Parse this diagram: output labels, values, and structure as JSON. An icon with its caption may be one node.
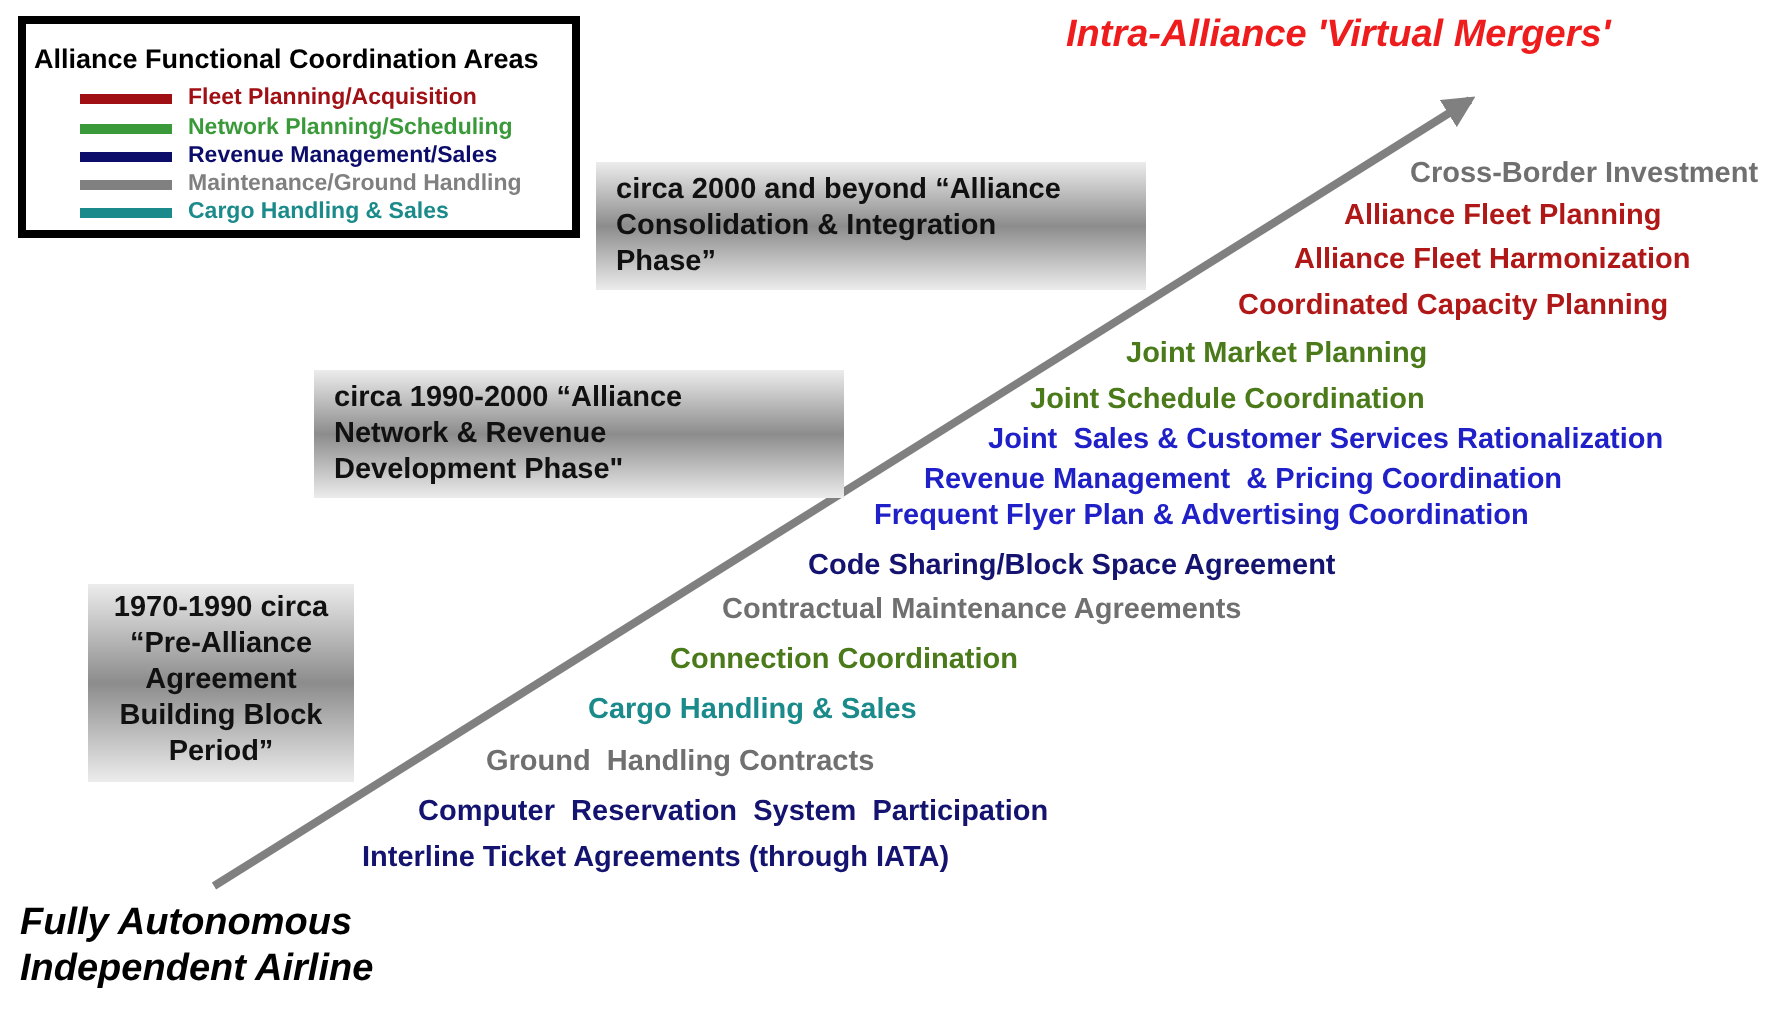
{
  "diagram": {
    "nodes": [
      {
        "text": [
          "Fully Autonomous Independent Airline"
        ]
      },
      {
        "text": [
          "Intra-Alliance 'Virtual Mergers'"
        ]
      },
      {
        "text": [
          "1970-1990 circa “Pre-Alliance Agreement Building Block Period”"
        ]
      },
      {
        "text": [
          "circa 1990-2000  “Alliance Network & Revenue Development Phase\""
        ]
      },
      {
        "text": [
          "circa 2000 and beyond “Alliance Consolidation & Integration Phase”"
        ]
      }
    ],
    "edges": [
      {
        "from": 0,
        "to": 1,
        "arrow": "to"
      }
    ],
    "labels": [
      "Alliance Functional Coordination Areas",
      "Cross-Border Investment",
      "Alliance Fleet Planning",
      "Alliance Fleet Harmonization",
      "Coordinated Capacity Planning",
      "Joint Market Planning",
      "Joint Schedule Coordination",
      "Joint  Sales & Customer Services Rationalization",
      "Revenue Management  & Pricing Coordination",
      "Frequent Flyer Plan & Advertising Coordination",
      "Code Sharing/Block Space Agreement",
      "Contractual Maintenance Agreements",
      "Connection Coordination",
      "Cargo Handling & Sales",
      "Ground  Handling Contracts",
      "Computer  Reservation  System  Participation",
      "Interline Ticket Agreements (through IATA)"
    ],
    "legend": [
      {
        "text": "Fleet Planning/Acquisition",
        "color": "#a00f14"
      },
      {
        "text": "Network Planning/Scheduling",
        "color": "#3a9a3a"
      },
      {
        "text": "Revenue Management/Sales",
        "color": "#0c0c6a"
      },
      {
        "text": "Maintenance/Ground Handling",
        "color": "#808080"
      },
      {
        "text": "Cargo Handling & Sales",
        "color": "#1a8a8a"
      }
    ]
  }
}
